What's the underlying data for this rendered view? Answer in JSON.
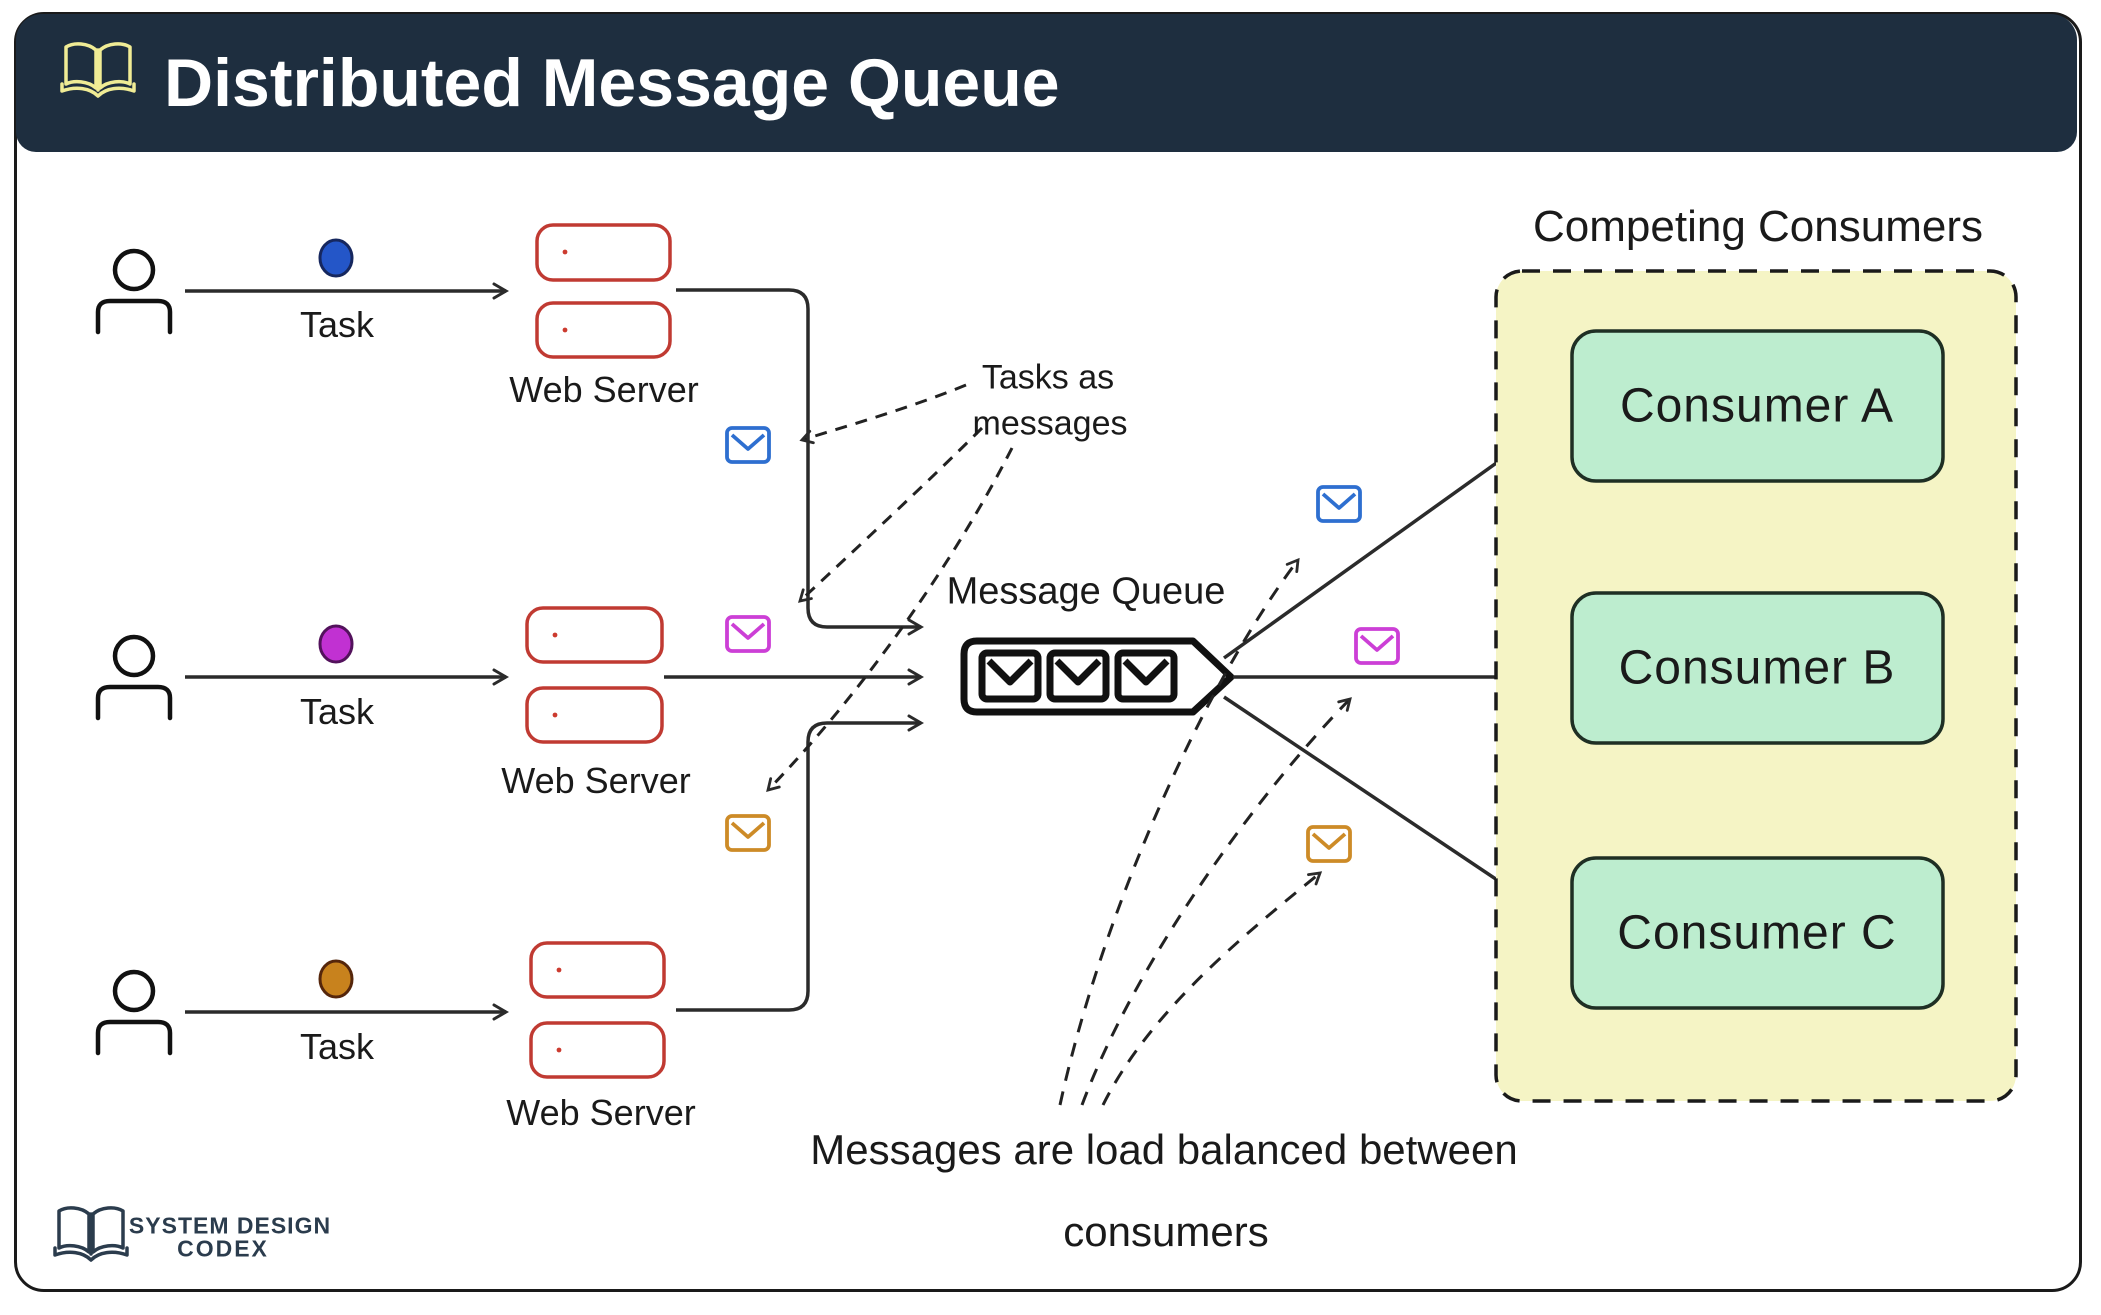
{
  "header": {
    "title": "Distributed Message Queue"
  },
  "colors": {
    "header_bg": "#1e2e3f",
    "frame_border": "#1a1a1a",
    "server_border": "#c03a32",
    "queue_stroke": "#111111",
    "envelope_blue": "#2e6fd0",
    "envelope_magenta": "#cc3fd6",
    "envelope_orange": "#cd8b27",
    "consumers_container_fill": "#f5f4c5",
    "consumer_box_fill": "#bdedcf",
    "book_icon_yellow": "#f0ec95",
    "logo_navy": "#2b3c4d"
  },
  "producers": [
    {
      "task_label": "Task",
      "server_label": "Web Server",
      "dot_color": "#2456c8"
    },
    {
      "task_label": "Task",
      "server_label": "Web Server",
      "dot_color": "#c131d2"
    },
    {
      "task_label": "Task",
      "server_label": "Web Server",
      "dot_color": "#c8821d"
    }
  ],
  "annotations": {
    "tasks_as_messages": {
      "line1": "Tasks as",
      "line2": "messages"
    },
    "load_balanced": {
      "line1": "Messages are load balanced between",
      "line2": "consumers"
    }
  },
  "queue": {
    "label": "Message Queue"
  },
  "consumers": {
    "group_label": "Competing Consumers",
    "items": [
      {
        "label": "Consumer A"
      },
      {
        "label": "Consumer B"
      },
      {
        "label": "Consumer C"
      }
    ]
  },
  "logo": {
    "line1": "SYSTEM DESIGN",
    "line2": "CODEX"
  }
}
